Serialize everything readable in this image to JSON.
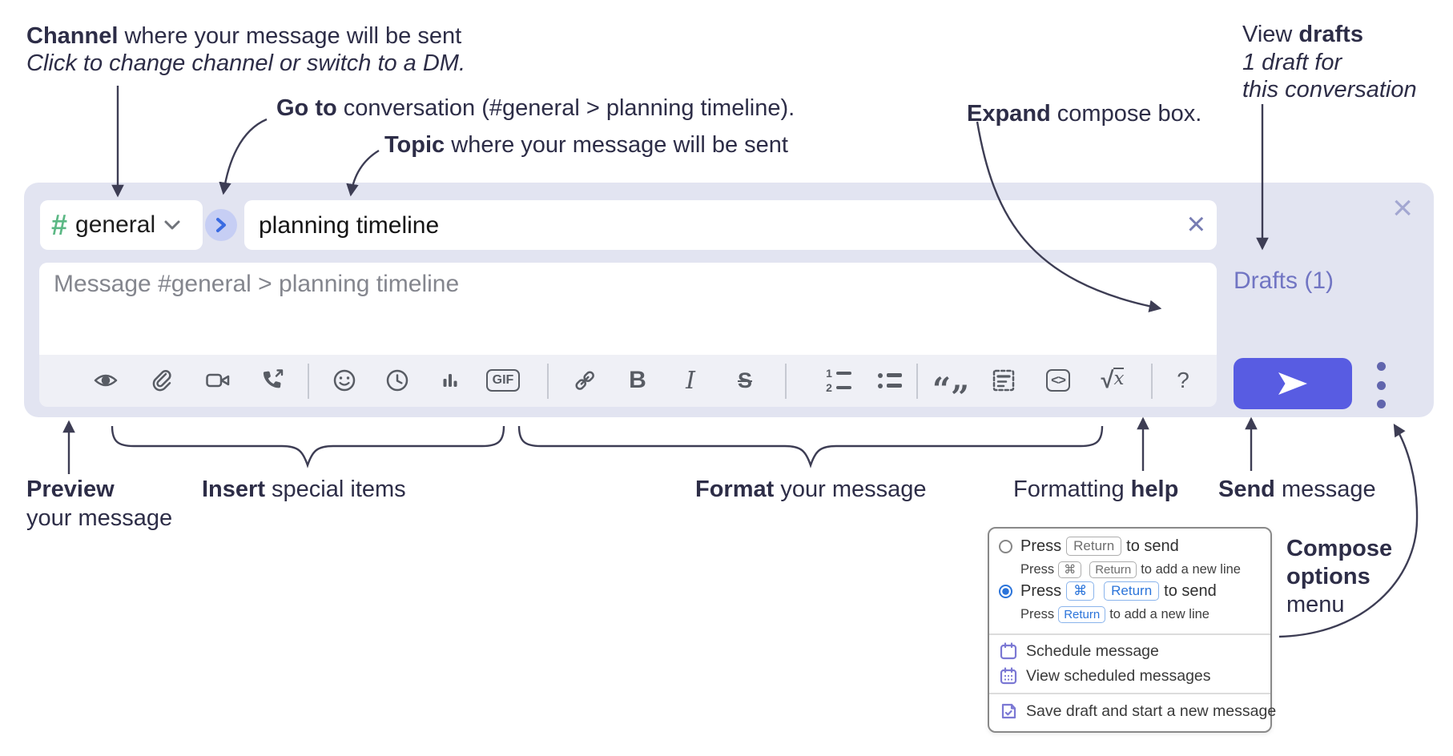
{
  "annotations": {
    "channel": {
      "bold": "Channel",
      "rest": " where your message will be sent",
      "line2": "Click to change channel or switch to a DM."
    },
    "goto": {
      "bold": "Go to",
      "rest": " conversation (#general > planning timeline)."
    },
    "topic": {
      "bold": "Topic",
      "rest": " where your message will be sent"
    },
    "expand": {
      "bold": "Expand",
      "rest": " compose box."
    },
    "drafts": {
      "pre": "View ",
      "bold": "drafts",
      "line2": "1 draft for",
      "line3": "this conversation"
    },
    "preview": {
      "bold": "Preview",
      "line2": "your message"
    },
    "insert": {
      "bold": "Insert",
      "rest": " special items"
    },
    "format": {
      "bold": "Format",
      "rest": " your message"
    },
    "help": {
      "pre": "Formatting ",
      "bold": "help"
    },
    "send": {
      "bold": "Send",
      "rest": " message"
    },
    "compose_menu": {
      "bold1": "Compose",
      "bold2": "options",
      "line3": "menu"
    }
  },
  "composer": {
    "channel": {
      "hash": "#",
      "name": "general"
    },
    "topic_value": "planning timeline",
    "message_placeholder": "Message #general > planning timeline",
    "drafts_link": "Drafts (1)"
  },
  "icons": {
    "close_x": "×",
    "clear_x": "×"
  },
  "toolbar": {
    "labels": {
      "bold": "B",
      "italic": "I",
      "strike": "S",
      "gif": "GIF",
      "ol1": "1",
      "ol2": "2",
      "quote_open": "“",
      "quote_close": "”",
      "sqrt": "√",
      "sqrt_var": "x",
      "code": "<>",
      "help": "?"
    }
  },
  "menu": {
    "option1": {
      "press": "Press",
      "key": "Return",
      "suffix": "to send",
      "sub_press": "Press",
      "sub_key1": "⌘",
      "sub_key2": "Return",
      "sub_suffix": "to add a new line"
    },
    "option2": {
      "press": "Press",
      "key1": "⌘",
      "key2": "Return",
      "suffix": "to send",
      "sub_press": "Press",
      "sub_key": "Return",
      "sub_suffix": "to add a new line"
    },
    "items": [
      {
        "label": "Schedule message"
      },
      {
        "label": "View scheduled messages"
      },
      {
        "label": "Save draft and start a new message"
      }
    ]
  },
  "colors": {
    "accent_send": "#585ce2",
    "drafts_link": "#7175c3",
    "hash_green": "#5cb885",
    "circle_blue_bg": "#c6cef4",
    "circle_blue_fg": "#3a6be2",
    "radio_blue": "#2b74da",
    "menu_icon_purple": "#7b78d4",
    "container_bg": "#e2e4f1"
  }
}
